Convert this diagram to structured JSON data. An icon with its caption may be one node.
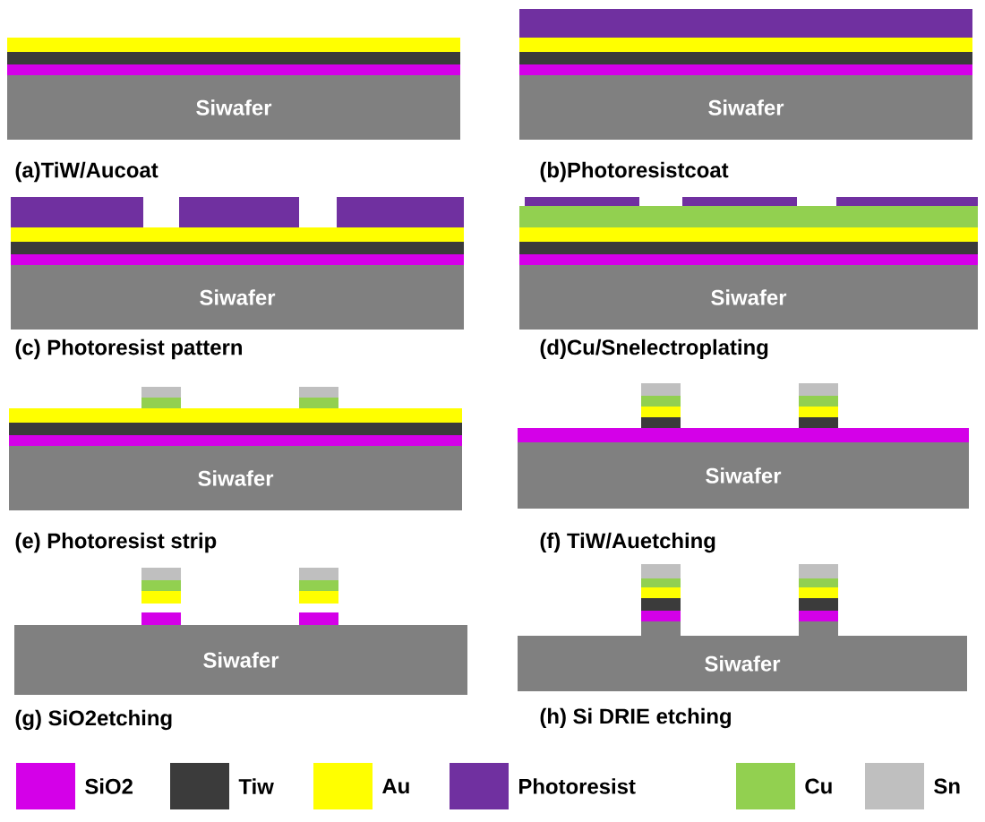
{
  "diagram": {
    "nodes": [
      {
        "text": [
          "Siwafer"
        ]
      },
      {
        "text": [
          "Siwafer"
        ]
      },
      {
        "text": [
          "Siwafer"
        ]
      },
      {
        "text": [
          "Siwafer"
        ]
      },
      {
        "text": [
          "Siwafer"
        ]
      },
      {
        "text": [
          "Siwafer"
        ]
      },
      {
        "text": [
          "Siwafer"
        ]
      },
      {
        "text": [
          "Siwafer"
        ]
      }
    ],
    "labels": [
      "(a)TiW/Aucoat",
      "(b)Photoresistcoat",
      "(c) Photoresist pattern",
      "(d)Cu/Snelectroplating",
      "(e) Photoresist strip",
      "(f) TiW/Auetching",
      "(g) SiO2etching",
      "(h) Si DRIE etching"
    ],
    "legend": [
      {
        "text": "SiO2",
        "color": "#d400e8"
      },
      {
        "text": "Tiw",
        "color": "#3b3b3b"
      },
      {
        "text": "Au",
        "color": "#ffff00"
      },
      {
        "text": "Photoresist",
        "color": "#7030a0"
      },
      {
        "text": "Cu",
        "color": "#92d050"
      },
      {
        "text": "Sn",
        "color": "#bfbfbf"
      }
    ]
  }
}
